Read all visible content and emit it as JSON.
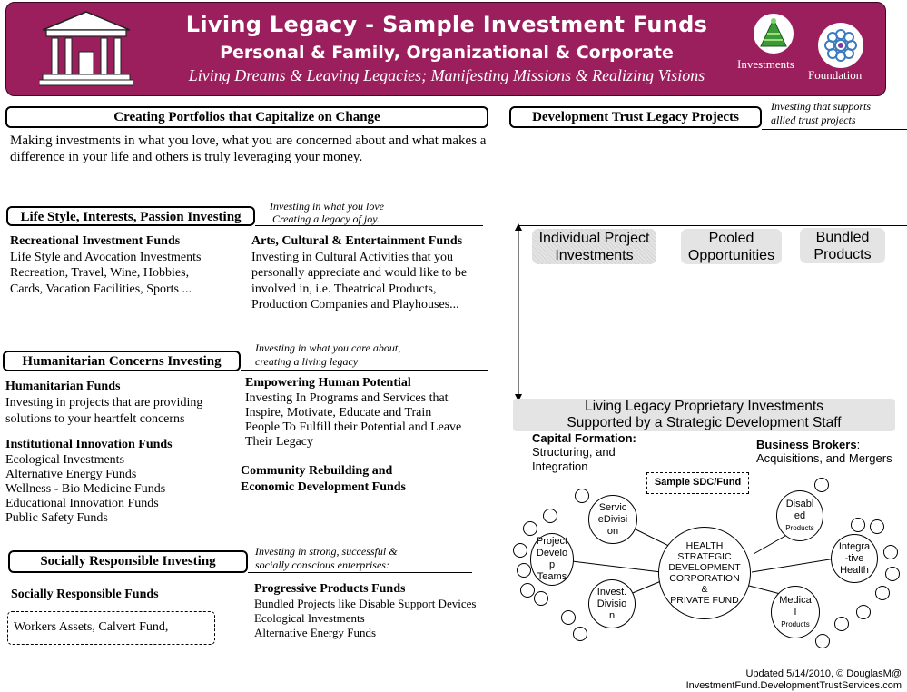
{
  "header": {
    "title": "Living Legacy - Sample Investment Funds",
    "subtitle": "Personal & Family, Organizational & Corporate",
    "tagline": "Living Dreams & Leaving Legacies; Manifesting Missions & Realizing Visions",
    "logo_investments_label": "Investments",
    "logo_foundation_label": "Foundation",
    "colors": {
      "banner": "#9b1f5c",
      "pyramid": "#3a9a3a",
      "foundation": "#3b7bbf"
    }
  },
  "portfolios": {
    "heading": "Creating Portfolios that Capitalize on Change",
    "intro_line1": "Making investments in what you love, what you are concerned about and what makes a",
    "intro_line2": "difference in your life and others is truly leveraging your money."
  },
  "lifestyle": {
    "heading": "Life Style, Interests, Passion Investing",
    "note_line1": "Investing in what you love",
    "note_line2": "Creating a legacy of joy.",
    "recreational": {
      "title": "Recreational Investment Funds",
      "lines": [
        "Life Style and Avocation Investments",
        "Recreation, Travel, Wine, Hobbies,",
        "Cards, Vacation Facilities, Sports ..."
      ]
    },
    "arts": {
      "title": "Arts, Cultural & Entertainment Funds",
      "lines": [
        "Investing in Cultural Activities that you",
        "personally appreciate and would like to be",
        "involved in, i.e. Theatrical Products,",
        "Production Companies and Playhouses..."
      ]
    }
  },
  "humanitarian": {
    "heading": "Humanitarian Concerns Investing",
    "note_line1": "Investing in what you care about,",
    "note_line2": "creating a living legacy",
    "funds": {
      "title": "Humanitarian Funds",
      "lines": [
        "Investing in projects that are providing",
        "solutions to your heartfelt concerns"
      ]
    },
    "institutional": {
      "title": "Institutional Innovation Funds",
      "lines": [
        "Ecological Investments",
        "Alternative Energy Funds",
        "Wellness - Bio Medicine Funds",
        "Educational Innovation Funds",
        "Public Safety Funds"
      ]
    },
    "empowering": {
      "title": "Empowering Human Potential",
      "lines": [
        "Investing In Programs and Services that",
        "Inspire, Motivate, Educate and Train",
        "People To Fulfill their Potential and Leave",
        "Their Legacy"
      ]
    },
    "community_line1": "Community Rebuilding and",
    "community_line2": "Economic Development Funds"
  },
  "responsible": {
    "heading": "Socially Responsible Investing",
    "note_line1": "Investing in strong, successful &",
    "note_line2": "socially conscious enterprises:",
    "funds_title": "Socially Responsible Funds",
    "funds_example": "Workers Assets, Calvert Fund,",
    "progressive": {
      "title": "Progressive Products Funds",
      "lines": [
        "Bundled Projects like Disable Support Devices",
        "Ecological Investments",
        "Alternative Energy Funds"
      ]
    }
  },
  "trust": {
    "heading": "Development Trust Legacy Projects",
    "note_line1": "Investing that supports",
    "note_line2": "allied trust projects",
    "options": [
      {
        "line1": "Individual Project",
        "line2": "Investments"
      },
      {
        "line1": "Pooled",
        "line2": "Opportunities"
      },
      {
        "line1": "Bundled",
        "line2": "Products"
      }
    ],
    "proprietary_line1": "Living Legacy Proprietary Investments",
    "proprietary_line2": "Supported by a Strategic Development Staff",
    "capital_title": "Capital Formation:",
    "capital_line1": "Structuring, and",
    "capital_line2": "Integration",
    "brokers_title": "Business Brokers",
    "brokers_colon": ":",
    "brokers_line": "Acquisitions, and Mergers",
    "sample_label": "Sample SDC/Fund"
  },
  "diagram": {
    "center": [
      "HEALTH",
      "STRATEGIC",
      "DEVELOPMENT",
      "CORPORATION",
      "&",
      "PRIVATE FUND"
    ],
    "service": [
      "Servic",
      "eDivisi",
      "on"
    ],
    "project": [
      "Project",
      "Develo",
      "p",
      "Teams"
    ],
    "invest": [
      "Invest.",
      "Divisio",
      "n"
    ],
    "disabled": [
      "Disabl",
      "ed"
    ],
    "disabled_small": "Products",
    "integrative": [
      "Integra",
      "-tive",
      "Health"
    ],
    "medical": [
      "Medica",
      "l"
    ],
    "medical_small": "Products"
  },
  "footer": {
    "line1": "Updated 5/14/2010, © DouglasM@",
    "line2": "InvestmentFund.DevelopmentTrustServices.com"
  }
}
